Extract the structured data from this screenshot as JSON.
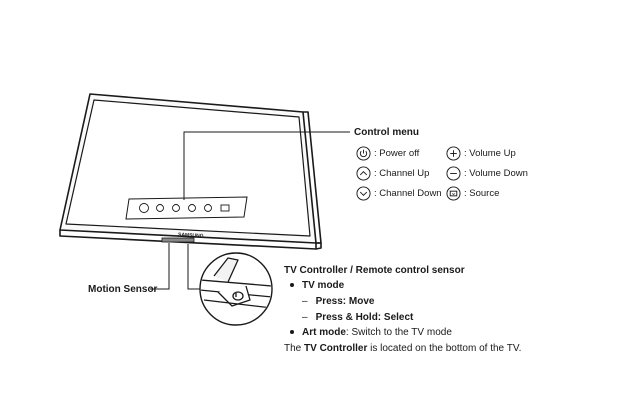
{
  "tv": {
    "brand": "SAMSUNG"
  },
  "control_menu": {
    "title": "Control menu",
    "items": [
      {
        "icon": "power-icon",
        "label": ": Power off"
      },
      {
        "icon": "volume-up-icon",
        "label": ": Volume Up"
      },
      {
        "icon": "channel-up-icon",
        "label": ": Channel Up"
      },
      {
        "icon": "volume-down-icon",
        "label": ": Volume Down"
      },
      {
        "icon": "channel-down-icon",
        "label": ": Channel Down"
      },
      {
        "icon": "source-icon",
        "label": ": Source"
      }
    ]
  },
  "motion_sensor": {
    "label": "Motion Sensor"
  },
  "tv_controller": {
    "title": "TV Controller / Remote control sensor",
    "tv_mode": {
      "label": "TV mode",
      "press": "Press: Move",
      "hold": "Press & Hold: Select"
    },
    "art_mode": {
      "label": "Art mode",
      "desc": ": Switch to the TV mode"
    },
    "note": {
      "prefix": "The ",
      "bold": "TV Controller",
      "suffix": " is located on the bottom of the TV."
    }
  },
  "colors": {
    "line": "#1a1a1a",
    "bezel": "#f4f4f4",
    "zoom_bg": "#ffffff"
  }
}
